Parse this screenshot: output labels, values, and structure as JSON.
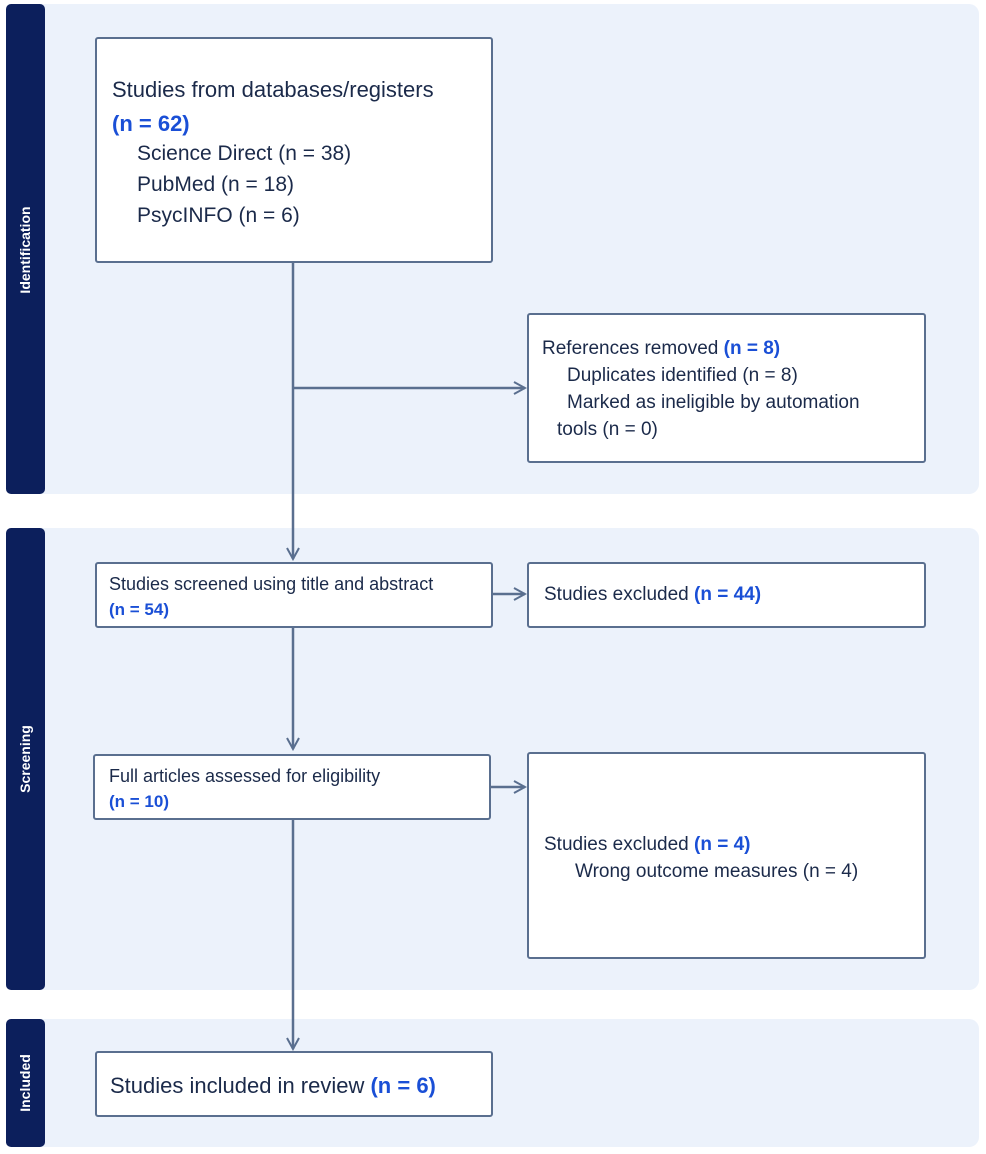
{
  "colors": {
    "band_bg": "#ecf2fb",
    "side_bar": "#0c1f5c",
    "box_border": "#5a6f8f",
    "arrow": "#5a6f8f",
    "count_text": "#1a4fd6",
    "body_text": "#1b2a4a"
  },
  "sections": {
    "identification": "Identification",
    "screening": "Screening",
    "included": "Included"
  },
  "boxes": {
    "databases": {
      "title": "Studies from databases/registers",
      "count": "(n = 62)",
      "sources": [
        "Science Direct (n = 38)",
        "PubMed (n = 18)",
        "PsycINFO (n = 6)"
      ]
    },
    "removed": {
      "title": "References removed ",
      "count": "(n = 8)",
      "line1": "Duplicates identified (n = 8)",
      "line2": "Marked as ineligible by automation",
      "line3": "tools (n = 0)"
    },
    "screened": {
      "title": "Studies screened using title and abstract",
      "count": "(n = 54)"
    },
    "excluded1": {
      "title": "Studies excluded ",
      "count": "(n = 44)"
    },
    "assessed": {
      "title": "Full articles assessed for eligibility",
      "count": "(n = 10)"
    },
    "excluded2": {
      "title": "Studies excluded ",
      "count": "(n = 4)",
      "reason": "Wrong outcome measures (n = 4)"
    },
    "included": {
      "title": "Studies included in review ",
      "count": "(n = 6)"
    }
  }
}
